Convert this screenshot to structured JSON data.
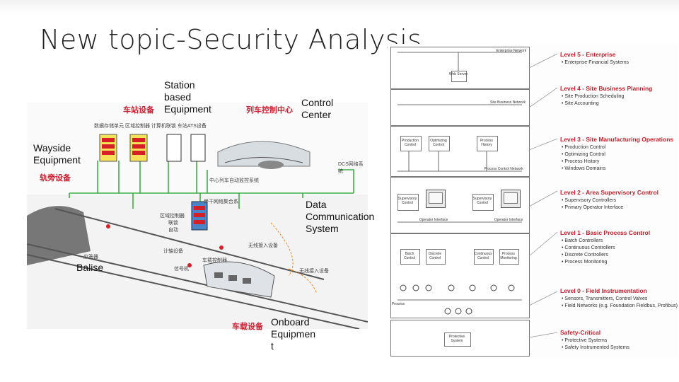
{
  "title": "New topic-Security Analysis",
  "callouts": {
    "station": "Station based Equipment",
    "control": "Control Center",
    "wayside": "Wayside Equipment",
    "data_comm": "Data Communication System",
    "balise": "Balise",
    "onboard": "Onboard Equipmen t"
  },
  "left_diagram": {
    "cn_station": "车站设备",
    "cn_control": "列车控制中心",
    "cn_wayside": "轨旁设备",
    "cn_onboard": "车载设备",
    "cn_dcs": "DCS网络系统",
    "cn_center": "中心列车自动监控系统",
    "cn_backbone": "骨干网络集合系",
    "cn_row1": "数据存储单元  区域控制器  计算机联锁  车站ATS设备",
    "cn_ctrl": "车载控制器",
    "cn_wireless1": "无线接入设备",
    "cn_wireless2": "无线接入设备",
    "cn_beacon": "应答器",
    "cn_axle": "计轴设备",
    "cn_signal": "信号机",
    "cn_zc": "区域控制器",
    "cn_ci": "联锁",
    "cn_ats": "自动"
  },
  "right_diagram": {
    "levels": [
      {
        "title": "Level 5 - Enterprise",
        "items": [
          "• Enterprise Financial Systems"
        ]
      },
      {
        "title": "Level 4 - Site Business Planning",
        "items": [
          "• Site Production Scheduling",
          "• Site Accounting"
        ]
      },
      {
        "title": "Level 3 - Site Manufacturing Operations",
        "items": [
          "• Production Control",
          "• Optimizing Control",
          "• Process History",
          "• Windows Domains"
        ]
      },
      {
        "title": "Level 2 - Area Supervisory Control",
        "items": [
          "• Supervisory Controllers",
          "• Primary Operator Interface"
        ]
      },
      {
        "title": "Level 1 - Basic Process Control",
        "items": [
          "• Batch Controllers",
          "• Continuous Controllers",
          "• Discrete Controllers",
          "• Process Monitoring"
        ]
      },
      {
        "title": "Level 0 - Field Instrumentation",
        "items": [
          "• Sensors, Transmitters, Control Valves",
          "• Field Networks (e.g. Foundation Fieldbus, Profibus)"
        ]
      },
      {
        "title": "Safety-Critical",
        "items": [
          "• Protective Systems",
          "• Safety Instrumented Systems"
        ]
      }
    ],
    "mini": {
      "enterprise_network": "Enterprise Network",
      "web_server": "Web Server",
      "site_business_network": "Site Business Network",
      "production_control": "Production Control",
      "optimizing_control": "Optimizing Control",
      "process_history": "Process History",
      "process_control_network": "Process Control Network",
      "supervisory_control_1": "Supervisory Control",
      "supervisory_control_2": "Supervisory Control",
      "operator_interface_1": "Operator Interface",
      "operator_interface_2": "Operator Interface",
      "batch_control": "Batch Control",
      "discrete_control": "Discrete Control",
      "continuous_control": "Continuous Control",
      "process_monitoring": "Process Monitoring",
      "process": "Process",
      "protective_system": "Protective System"
    }
  },
  "colors": {
    "network_green": "#3cb043",
    "level_red": "#c41e2a",
    "cn_red": "#cc2233"
  }
}
